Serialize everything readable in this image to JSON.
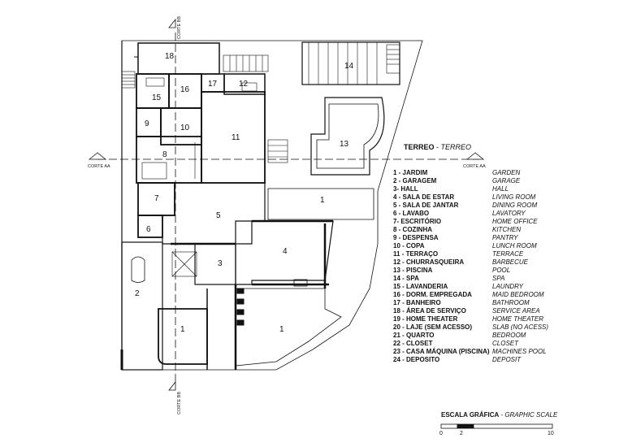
{
  "plan_title": {
    "pt": "TERREO",
    "sep": " - ",
    "en": "TERREO"
  },
  "sections": {
    "corte_aa": "CORTE AA",
    "corte_bb": "CORTE BB"
  },
  "room_numbers": {
    "r18": "18",
    "r14": "14",
    "r16": "16",
    "r17": "17",
    "r12": "12",
    "r15": "15",
    "r9": "9",
    "r10": "10",
    "r11": "11",
    "r13": "13",
    "r8": "8",
    "r7": "7",
    "r6": "6",
    "r5": "5",
    "r1a": "1",
    "r4": "4",
    "r3": "3",
    "r2": "2",
    "r1b": "1",
    "r1c": "1"
  },
  "legend": [
    {
      "pt": "1 -  JARDIM",
      "en": "GARDEN"
    },
    {
      "pt": "2 - GARAGEM",
      "en": "GARAGE"
    },
    {
      "pt": "3-  HALL",
      "en": "HALL"
    },
    {
      "pt": "4 - SALA DE ESTAR",
      "en": "LIVING ROOM"
    },
    {
      "pt": "5 - SALA DE JANTAR",
      "en": "DINING ROOM"
    },
    {
      "pt": "6 - LAVABO",
      "en": "LAVATORY"
    },
    {
      "pt": "7- ESCRITÓRIO",
      "en": "HOME OFFICE"
    },
    {
      "pt": "8 - COZINHA",
      "en": "KITCHEN"
    },
    {
      "pt": "9 - DESPENSA",
      "en": "PANTRY"
    },
    {
      "pt": "10 - COPA",
      "en": "LUNCH ROOM"
    },
    {
      "pt": "11 - TERRAÇO",
      "en": "TERRACE"
    },
    {
      "pt": "12 - CHURRASQUEIRA",
      "en": "BARBECUE"
    },
    {
      "pt": "13 - PISCINA",
      "en": "POOL"
    },
    {
      "pt": "14 - SPA",
      "en": "SPA"
    },
    {
      "pt": "15 - LAVANDERIA",
      "en": "LAUNDRY"
    },
    {
      "pt": "16 - DORM. EMPREGADA",
      "en": "MAID BEDROOM"
    },
    {
      "pt": "17 - BANHEIRO",
      "en": "BATHROOM"
    },
    {
      "pt": "18 - ÁREA DE SERVIÇO",
      "en": "SERVICE AREA"
    },
    {
      "pt": "19 - HOME THEATER",
      "en": "HOME THEATER"
    },
    {
      "pt": "20 - LAJE (SEM ACESSO)",
      "en": "SLAB (NO ACESS)"
    },
    {
      "pt": "21 - QUARTO",
      "en": "BEDROOM"
    },
    {
      "pt": "22 - CLOSET",
      "en": "CLOSET"
    },
    {
      "pt": "23 - CASA MÁQUINA (PISCINA)",
      "en": "MACHINES POOL"
    },
    {
      "pt": "24 - DEPOSITO",
      "en": "DEPOSIT"
    }
  ],
  "scale": {
    "pt": "ESCALA GRÁFICA",
    "sep": " - ",
    "en": "GRAPHIC SCALE",
    "t0": "0",
    "t2": "2",
    "t10": "10"
  }
}
